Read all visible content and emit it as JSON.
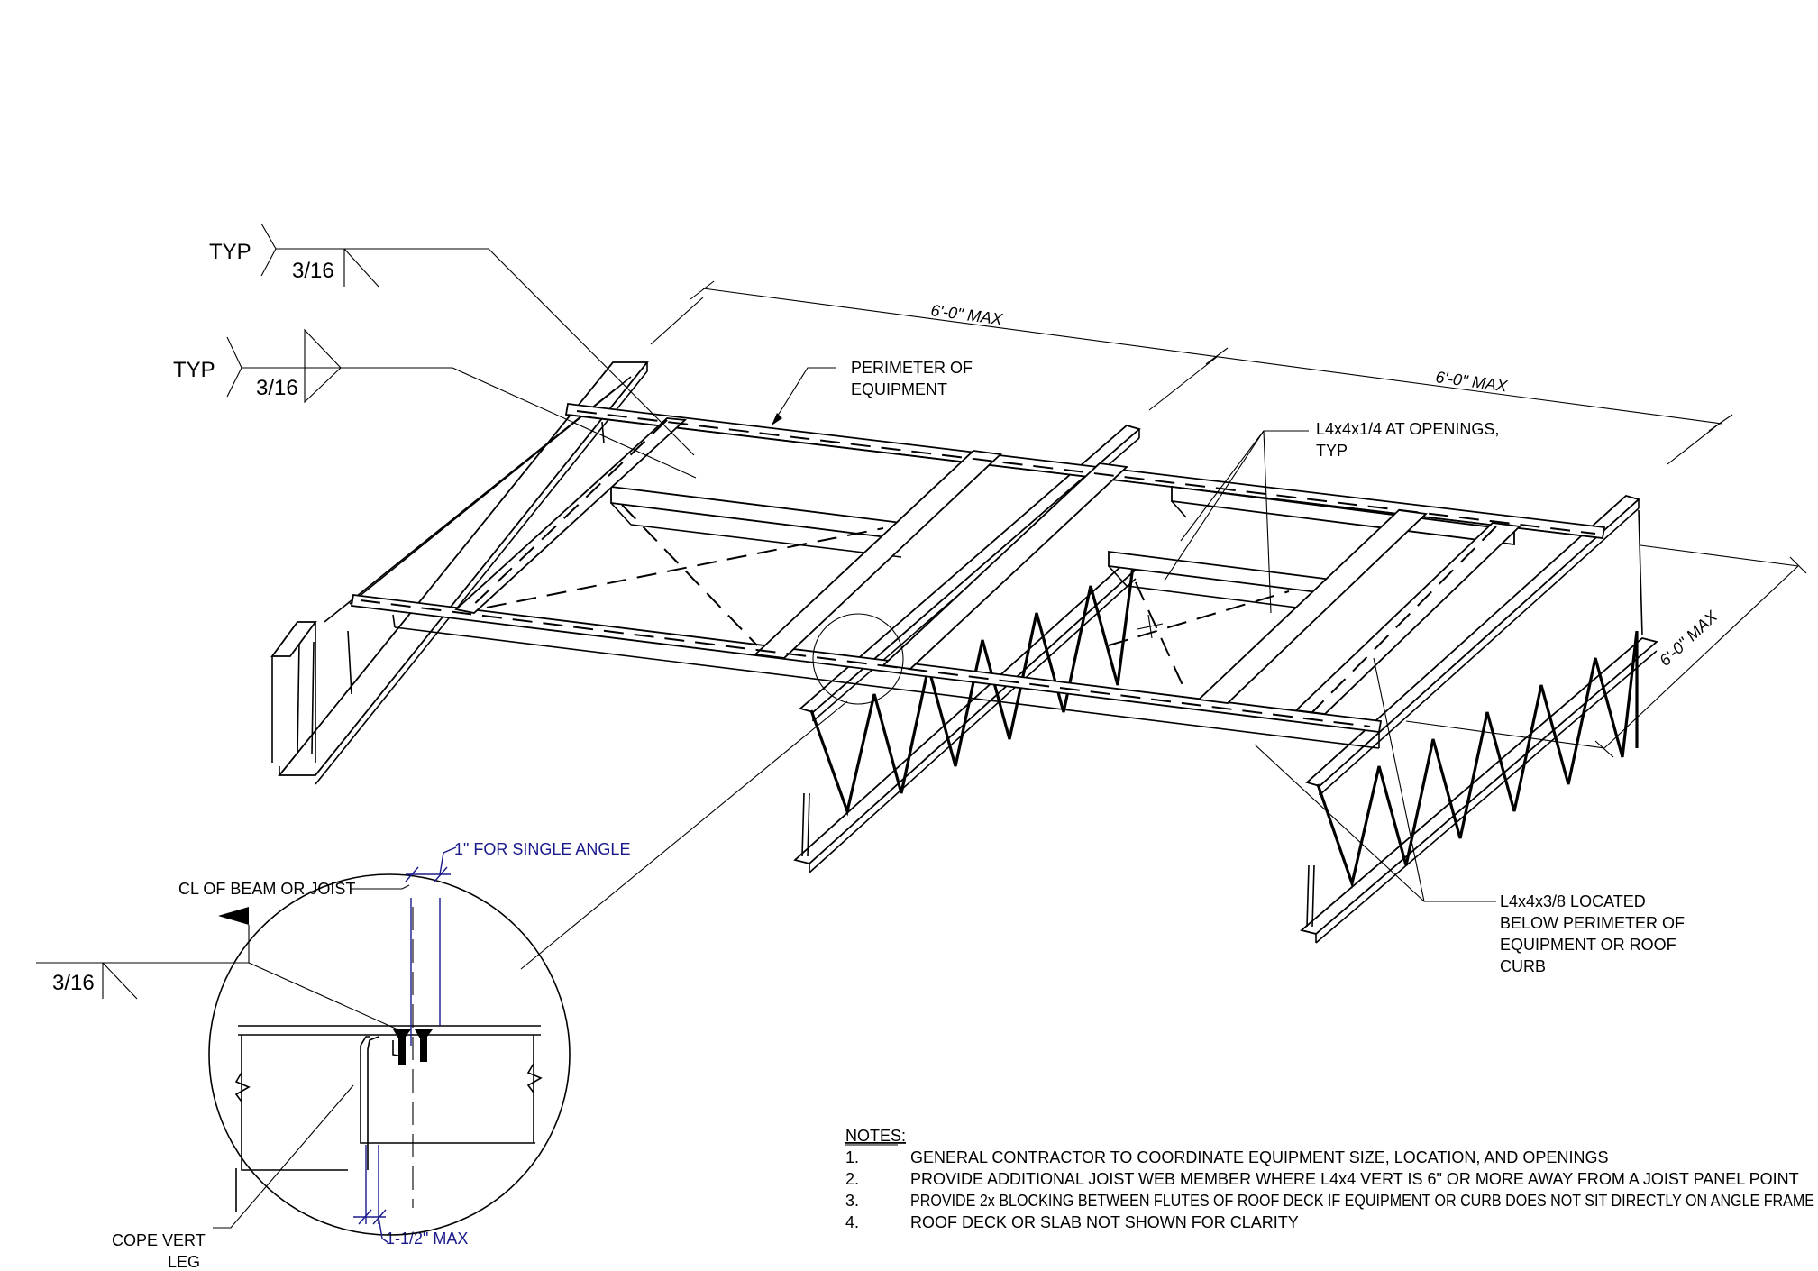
{
  "weld_symbols": {
    "w1": {
      "typ": "TYP",
      "size": "3/16"
    },
    "w2": {
      "typ": "TYP",
      "size": "3/16"
    },
    "w3": {
      "size": "3/16"
    }
  },
  "dimensions": {
    "d1": "6'-0\" MAX",
    "d2": "6'-0\" MAX",
    "d3": "6'-0\" MAX"
  },
  "callouts": {
    "perimeter": [
      "PERIMETER OF",
      "EQUIPMENT"
    ],
    "openings": [
      "L4x4x1/4 AT OPENINGS,",
      "TYP"
    ],
    "below": [
      "L4x4x3/8 LOCATED",
      "BELOW PERIMETER OF",
      "EQUIPMENT OR ROOF",
      "CURB"
    ],
    "cl": "CL OF BEAM OR JOIST",
    "cope": [
      "COPE VERT",
      "LEG"
    ],
    "single_angle": "1\" FOR SINGLE ANGLE",
    "max_dim": "1-1/2\" MAX"
  },
  "notes": {
    "title": "NOTES:",
    "items": [
      {
        "num": "1.",
        "text": "GENERAL CONTRACTOR TO COORDINATE EQUIPMENT SIZE, LOCATION, AND OPENINGS"
      },
      {
        "num": "2.",
        "text": "PROVIDE ADDITIONAL JOIST WEB MEMBER WHERE L4x4 VERT IS 6\" OR MORE AWAY FROM A JOIST PANEL POINT"
      },
      {
        "num": "3.",
        "text": "PROVIDE 2x BLOCKING BETWEEN FLUTES OF ROOF DECK IF EQUIPMENT OR CURB DOES NOT SIT DIRECTLY ON ANGLE FRAME"
      },
      {
        "num": "4.",
        "text": "ROOF DECK OR SLAB NOT SHOWN FOR CLARITY"
      }
    ]
  }
}
